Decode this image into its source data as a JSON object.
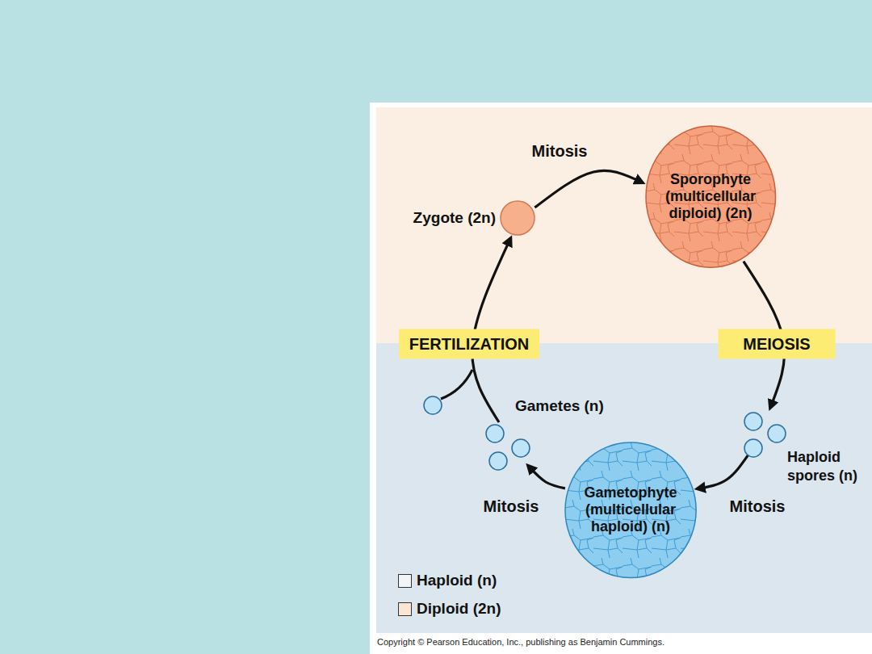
{
  "diagram": {
    "nodes": [
      {
        "text": [
          "Zygote (2n)"
        ]
      },
      {
        "text": [
          "Sporophyte (multicellular diploid) (2n)"
        ]
      },
      {
        "text": [
          "Haploid spores (n)"
        ]
      },
      {
        "text": [
          "Gametophyte (multicellular haploid) (n)"
        ]
      },
      {
        "text": [
          "Gametes (n)"
        ]
      }
    ],
    "edges": [
      {
        "from": 0,
        "to": 1,
        "arrow": "to",
        "label": "Mitosis"
      },
      {
        "from": 1,
        "to": 2,
        "arrow": "to",
        "label": "MEIOSIS"
      },
      {
        "from": 2,
        "to": 3,
        "arrow": "to",
        "label": "Mitosis"
      },
      {
        "from": 3,
        "to": 4,
        "arrow": "to",
        "label": "Mitosis"
      },
      {
        "from": 4,
        "to": 0,
        "arrow": "to",
        "label": "FERTILIZATION"
      }
    ],
    "labels": [
      "Copyright © Pearson Education, Inc., publishing as Benjamin Cummings."
    ],
    "legend": [
      {
        "text": "Haploid (n)",
        "color": "#f2f5f8"
      },
      {
        "text": "Diploid (2n)",
        "color": "#fbe6d4"
      }
    ]
  }
}
